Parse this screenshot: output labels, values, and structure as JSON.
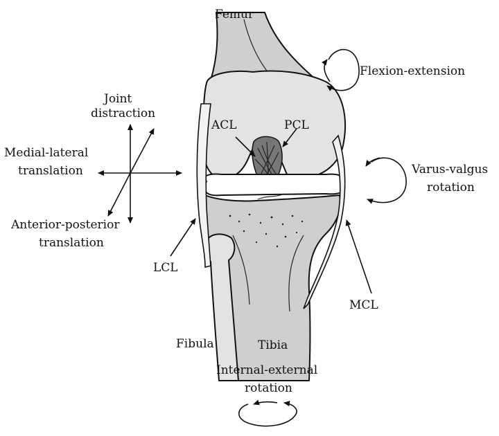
{
  "labels": {
    "femur": "Femur",
    "flexion": "Flexion-extension",
    "joint1": "Joint",
    "joint2": "distraction",
    "medial1": "Medial-lateral",
    "medial2": "translation",
    "acl": "ACL",
    "pcl": "PCL",
    "varus1": "Varus-valgus",
    "varus2": "rotation",
    "antpost1": "Anterior-posterior",
    "antpost2": "translation",
    "lcl": "LCL",
    "mcl": "MCL",
    "fibula": "Fibula",
    "tibia": "Tibia",
    "internal1": "Internal-external",
    "internal2": "rotation"
  }
}
